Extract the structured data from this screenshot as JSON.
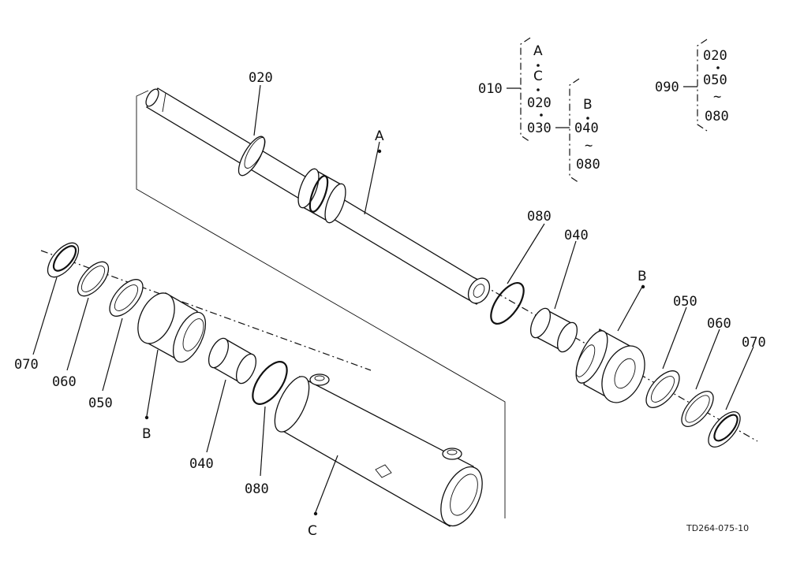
{
  "labels": {
    "l020_top": "020",
    "lA": "A",
    "lB_right": "B",
    "lB_left": "B",
    "lC": "C",
    "l080_top": "080",
    "l040_top": "040",
    "l050_right": "050",
    "l060_right": "060",
    "l070_right": "070",
    "l070_left": "070",
    "l060_left": "060",
    "l050_left": "050",
    "l040_bottom": "040",
    "l080_bottom": "080"
  },
  "legend": {
    "g010": {
      "code": "010",
      "inner": [
        "A",
        "C",
        "020",
        "030"
      ],
      "sub": {
        "code": "030",
        "items": [
          "B",
          "040",
          "~",
          "080"
        ]
      }
    },
    "g090": {
      "code": "090",
      "items": [
        "020",
        "050",
        "~",
        "080"
      ]
    }
  },
  "drawing_code": "TD264-075-10"
}
